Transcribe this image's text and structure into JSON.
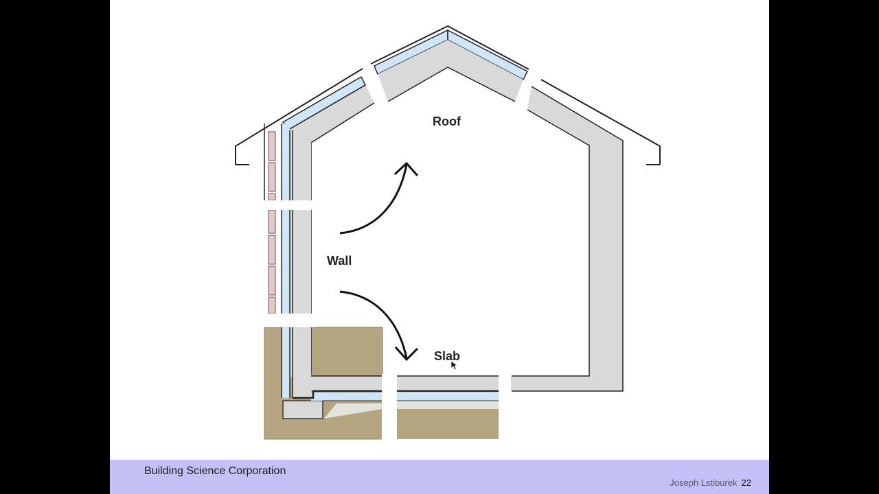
{
  "diagram": {
    "labels": {
      "roof": "Roof",
      "wall": "Wall",
      "slab": "Slab"
    }
  },
  "footer": {
    "organization": "Building Science Corporation",
    "author": "Joseph Lstiburek",
    "page_number": "22"
  },
  "colors": {
    "background": "#000000",
    "slide": "#ffffff",
    "footer_bar": "#c3bff7",
    "concrete": "#d9d9d9",
    "insulation": "#cfe6f9",
    "brick": "#e8c4c4",
    "soil": "#b5a681",
    "gravel": "#e4e2dc"
  }
}
